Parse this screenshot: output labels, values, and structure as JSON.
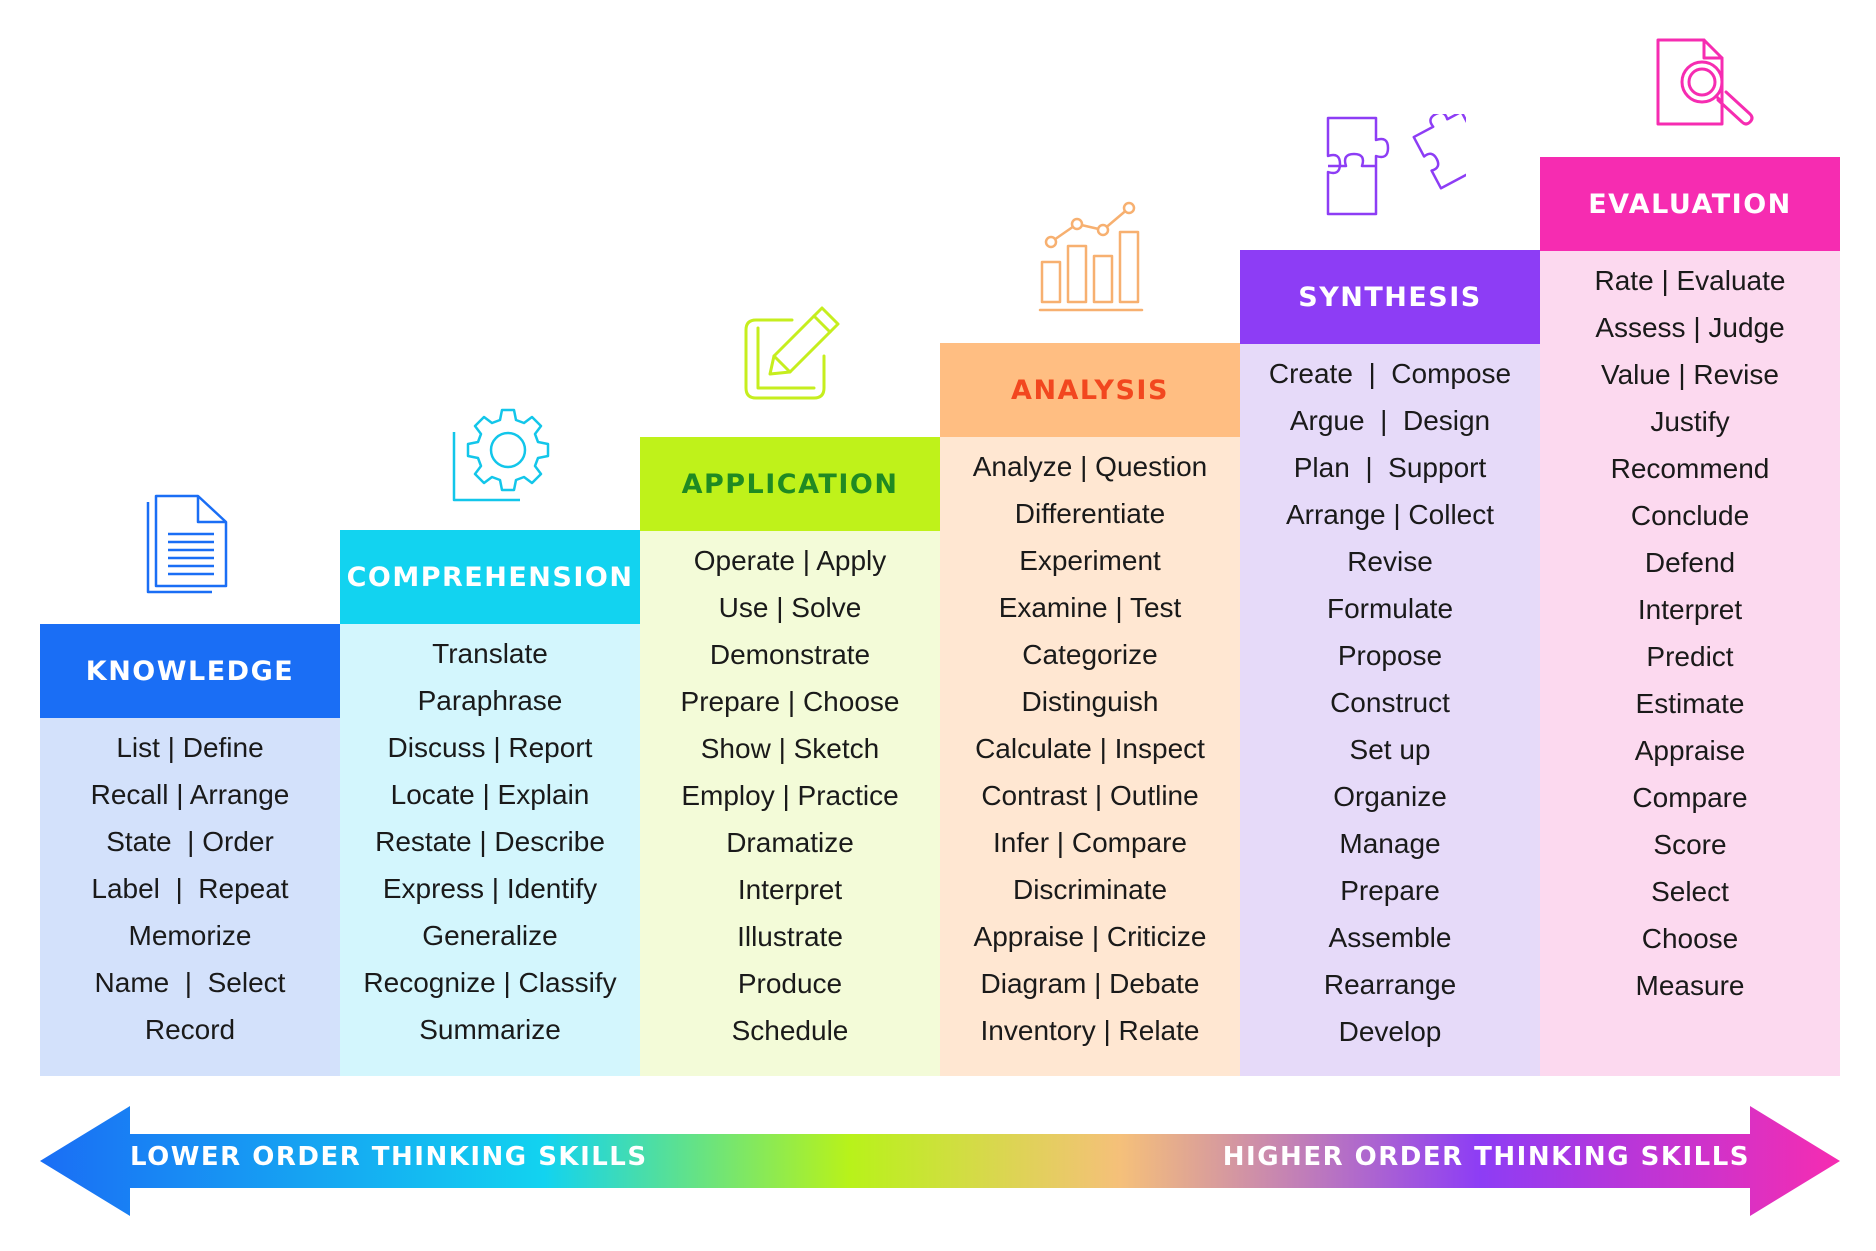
{
  "levels": [
    {
      "title": "KNOWLEDGE",
      "icon": "document-icon",
      "header_color": "#1a6ef5",
      "title_color": "#ffffff",
      "body_color": "#d3e1fb",
      "words": [
        "List | Define",
        "Recall | Arrange",
        "State  | Order",
        "Label  |  Repeat",
        "Memorize",
        "Name  |  Select",
        "Record"
      ]
    },
    {
      "title": "COMPREHENSION",
      "icon": "gear-icon",
      "header_color": "#12d3f0",
      "title_color": "#ffffff",
      "body_color": "#d3f6fd",
      "words": [
        "Translate",
        "Paraphrase",
        "Discuss | Report",
        "Locate | Explain",
        "Restate | Describe",
        "Express | Identify",
        "Generalize",
        "Recognize | Classify",
        "Summarize"
      ]
    },
    {
      "title": "APPLICATION",
      "icon": "edit-pencil-icon",
      "header_color": "#bff21a",
      "title_color": "#1f8a22",
      "body_color": "#f3fbd8",
      "words": [
        "Operate | Apply",
        "Use | Solve",
        "Demonstrate",
        "Prepare | Choose",
        "Show | Sketch",
        "Employ | Practice",
        "Dramatize",
        "Interpret",
        "Illustrate",
        "Produce",
        "Schedule"
      ]
    },
    {
      "title": "ANALYSIS",
      "icon": "bar-chart-icon",
      "header_color": "#ffbe82",
      "title_color": "#f2471f",
      "body_color": "#ffe7d2",
      "words": [
        "Analyze | Question",
        "Differentiate",
        "Experiment",
        "Examine | Test",
        "Categorize",
        "Distinguish",
        "Calculate | Inspect",
        "Contrast | Outline",
        "Infer | Compare",
        "Discriminate",
        "Appraise | Criticize",
        "Diagram | Debate",
        "Inventory | Relate"
      ]
    },
    {
      "title": "SYNTHESIS",
      "icon": "puzzle-icon",
      "header_color": "#8d3df5",
      "title_color": "#ffffff",
      "body_color": "#e6daf9",
      "words": [
        "Create  |  Compose",
        "Argue  |  Design",
        "Plan  |  Support",
        "Arrange | Collect",
        "Revise",
        "Formulate",
        "Propose",
        "Construct",
        "Set up",
        "Organize",
        "Manage",
        "Prepare",
        "Assemble",
        "Rearrange",
        "Develop"
      ]
    },
    {
      "title": "EVALUATION",
      "icon": "magnifier-icon",
      "header_color": "#f62cb1",
      "title_color": "#ffffff",
      "body_color": "#fcd9ef",
      "words": [
        "Rate | Evaluate",
        "Assess | Judge",
        "Value | Revise",
        "Justify",
        "Recommend",
        "Conclude",
        "Defend",
        "Interpret",
        "Predict",
        "Estimate",
        "Appraise",
        "Compare",
        "Score",
        "Select",
        "Choose",
        "Measure"
      ]
    }
  ],
  "arrow": {
    "left_label": "LOWER ORDER THINKING SKILLS",
    "right_label": "HIGHER ORDER THINKING SKILLS",
    "gradient_colors": [
      "#1a6ef5",
      "#12d3f0",
      "#b8f21a",
      "#f5c07a",
      "#8d3df5",
      "#f62cb1"
    ]
  }
}
